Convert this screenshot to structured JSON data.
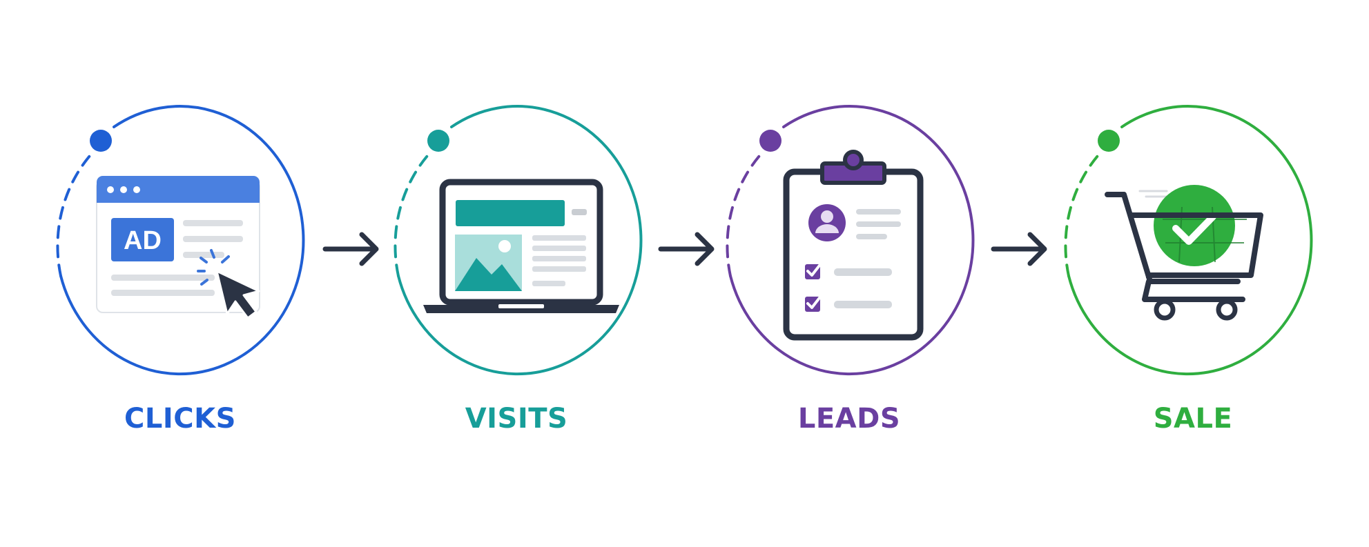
{
  "colors": {
    "clicks": "#1f5fd4",
    "visits": "#179e99",
    "leads": "#6a3fa0",
    "sale": "#2fae3f",
    "dark": "#2b3344",
    "light_gray": "#d9dde2"
  },
  "stages": [
    {
      "label": "CLICKS",
      "icon": "browser-ad-click-icon"
    },
    {
      "label": "VISITS",
      "icon": "laptop-webpage-icon"
    },
    {
      "label": "LEADS",
      "icon": "clipboard-form-icon"
    },
    {
      "label": "SALE",
      "icon": "shopping-cart-check-icon"
    }
  ],
  "clicks_icon": {
    "ad_text": "AD"
  },
  "arrows": [
    "arrow-right-icon",
    "arrow-right-icon",
    "arrow-right-icon"
  ]
}
